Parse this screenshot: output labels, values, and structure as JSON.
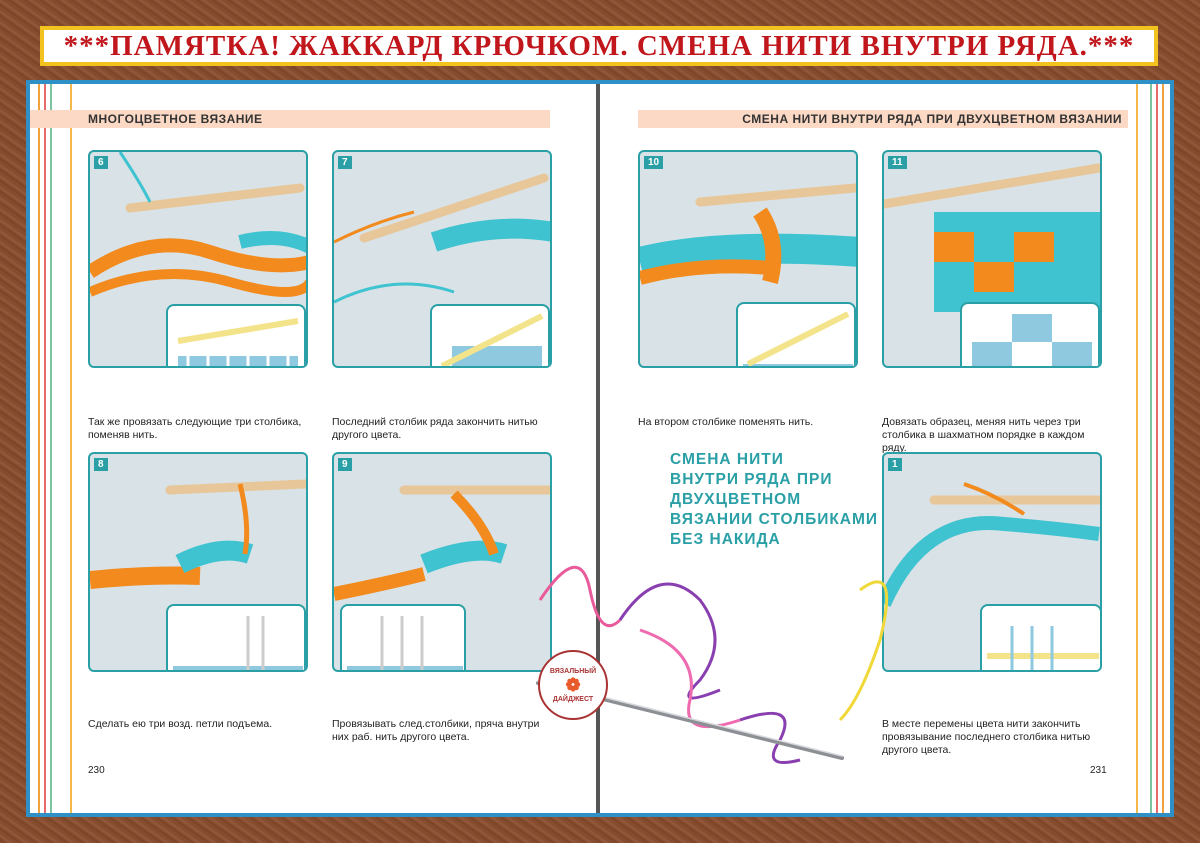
{
  "banner": {
    "title": "***ПАМЯТКА! ЖАККАРД КРЮЧКОМ. СМЕНА НИТИ ВНУТРИ РЯДА.***"
  },
  "left_page": {
    "section_title": "МНОГОЦВЕТНОЕ ВЯЗАНИЕ",
    "page_number": "230",
    "steps": [
      {
        "num": "6",
        "caption": "Так же провязать следующие три столбика, поменяв нить."
      },
      {
        "num": "7",
        "caption": "Последний столбик ряда закончить нитью другого цвета."
      },
      {
        "num": "8",
        "caption": "Сделать ею три возд. петли подъема."
      },
      {
        "num": "9",
        "caption": "Провязывать след.столбики, пряча внутри них раб. нить другого цвета."
      }
    ]
  },
  "right_page": {
    "section_title": "СМЕНА НИТИ ВНУТРИ РЯДА ПРИ ДВУХЦВЕТНОМ ВЯЗАНИИ",
    "page_number": "231",
    "big_title_lines": [
      "СМЕНА НИТИ",
      "ВНУТРИ РЯДА ПРИ",
      "ДВУХЦВЕТНОМ",
      "ВЯЗАНИИ СТОЛБИКАМИ",
      "БЕЗ НАКИДА"
    ],
    "steps": [
      {
        "num": "10",
        "caption": "На втором столбике поменять нить."
      },
      {
        "num": "11",
        "caption": "Довязать образец, меняя нить через три столбика в шахматном порядке в каждом ряду."
      },
      {
        "num": "1",
        "caption": "В месте перемены цвета нити закончить провязывание последнего столбика нитью другого цвета."
      }
    ]
  },
  "logo": {
    "line1": "ВЯЗАЛЬНЫЙ",
    "line2": "ДАЙДЖЕСТ"
  },
  "colors": {
    "banner_text": "#c0161c",
    "banner_border": "#f2c21f",
    "accent": "#2aa0a6",
    "section_bar": "#fbd9c5",
    "book_edge": "#2f8fc7"
  }
}
